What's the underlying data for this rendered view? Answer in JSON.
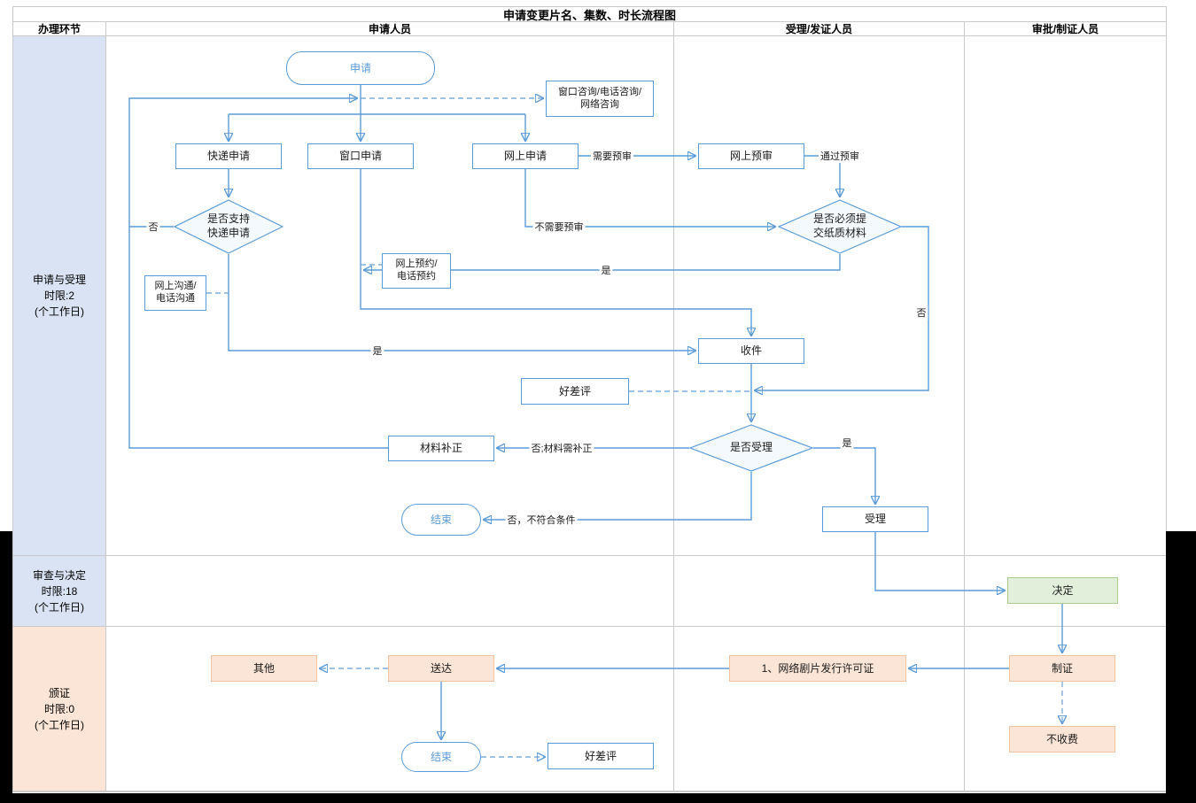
{
  "title": "申请变更片名、集数、时长流程图",
  "columns": {
    "stage": "办理环节",
    "applicant": "申请人员",
    "acceptor": "受理/发证人员",
    "approver": "审批/制证人员"
  },
  "stages": {
    "apply_accept": {
      "line1": "申请与受理",
      "line2": "时限:2",
      "line3": "(个工作日)"
    },
    "review_decide": {
      "line1": "审查与决定",
      "line2": "时限:18",
      "line3": "(个工作日)"
    },
    "certify": {
      "line1": "颁证",
      "line2": "时限:0",
      "line3": "(个工作日)"
    }
  },
  "nodes": {
    "apply": "申请",
    "consult_1": "窗口咨询/电话咨询/",
    "consult_2": "网络咨询",
    "express": "快递申请",
    "window": "窗口申请",
    "online": "网上申请",
    "preview": "网上预审",
    "support_1": "是否支持",
    "support_2": "快递申请",
    "paper_1": "是否必须提",
    "paper_2": "交纸质材料",
    "appointment_1": "网上预约/",
    "appointment_2": "电话预约",
    "communicate_1": "网上沟通/",
    "communicate_2": "电话沟通",
    "receive": "收件",
    "rating_top": "好差评",
    "accept_q": "是否受理",
    "correction": "材料补正",
    "end_top": "结束",
    "accept": "受理",
    "decide": "决定",
    "make_cert": "制证",
    "license": "1、网络剧片发行许可证",
    "deliver": "送达",
    "other": "其他",
    "no_fee": "不收费",
    "end_bottom": "结束",
    "rating_bottom": "好差评"
  },
  "edge_labels": {
    "need_preview": "需要预审",
    "pass_preview": "通过预审",
    "no_preview": "不需要预审",
    "no_support": "否",
    "yes_receive": "是",
    "yes_paper": "是",
    "no_paper": "否",
    "need_fix": "否;材料需补正",
    "yes_accept": "是",
    "not_qualified": "否，不符合条件"
  },
  "colors": {
    "line_blue": "#5b9bd5",
    "band_blue": "#dae3f3",
    "band_peach": "#fbe5d6",
    "node_green": "#e2efda",
    "node_peach": "#fbe5d6"
  }
}
